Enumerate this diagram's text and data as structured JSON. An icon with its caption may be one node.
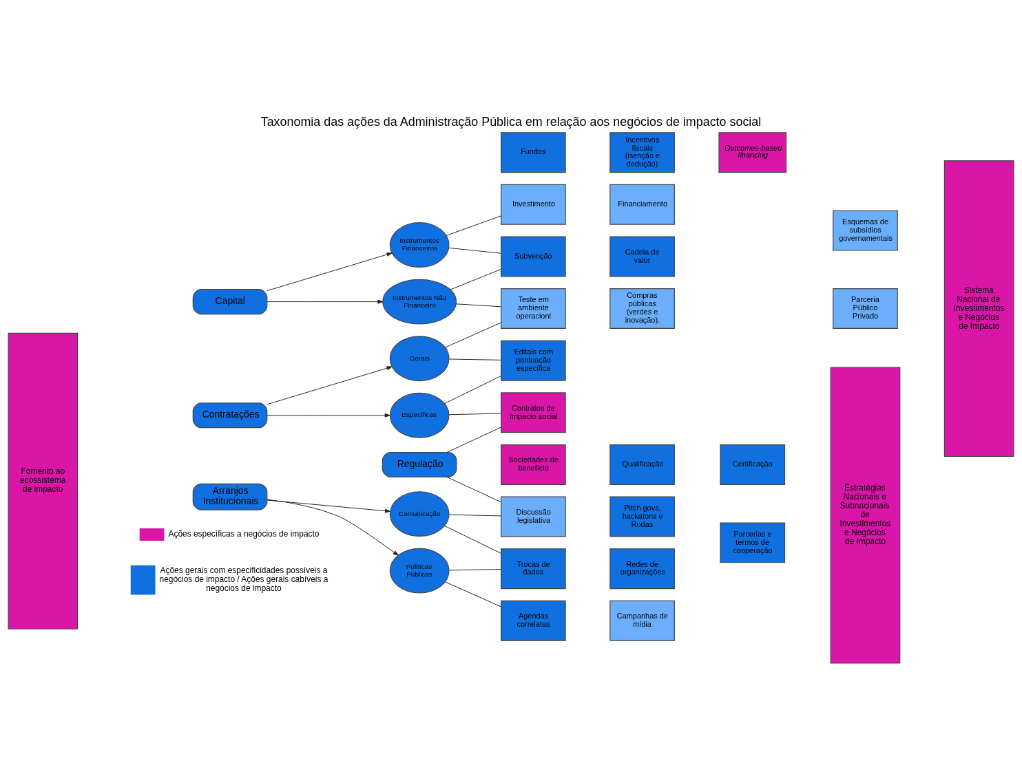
{
  "diagram": {
    "title": "Taxonomia das ações da Administração Pública em relação aos negócios de impacto social",
    "nodes": [
      {
        "text": [
          "Fomento ao ecossistema de impacto"
        ]
      },
      {
        "text": [
          "Capital"
        ]
      },
      {
        "text": [
          "Contratações"
        ]
      },
      {
        "text": [
          "Regulação"
        ]
      },
      {
        "text": [
          "Arranjos Institucionais"
        ]
      },
      {
        "text": [
          "Instrumentos Financeiros"
        ]
      },
      {
        "text": [
          "Instrumentos Não Financeiro"
        ]
      },
      {
        "text": [
          "Gerais"
        ]
      },
      {
        "text": [
          "Específicas"
        ]
      },
      {
        "text": [
          "Comunicação"
        ]
      },
      {
        "text": [
          "Políticas Públicas"
        ]
      },
      {
        "text": [
          "Investimento"
        ]
      },
      {
        "text": [
          "Fundos"
        ]
      },
      {
        "text": [
          "Subvenção"
        ]
      },
      {
        "text": [
          "Teste em ambiente operacionl"
        ]
      },
      {
        "text": [
          "Editais com pontuação específica"
        ]
      },
      {
        "text": [
          "Contratos de impacto social"
        ]
      },
      {
        "text": [
          "Sociedades de benefício"
        ]
      },
      {
        "text": [
          "Discussão legislativa"
        ]
      },
      {
        "text": [
          "Trocas de dados"
        ]
      },
      {
        "text": [
          "Agendas correlatas"
        ]
      },
      {
        "text": [
          "Financiamento"
        ]
      },
      {
        "text": [
          "Incentivos fiscais (isenção e dedução)"
        ]
      },
      {
        "text": [
          "Cadeia de valor"
        ]
      },
      {
        "text": [
          "Compras públicas (verdes e inovação)."
        ]
      },
      {
        "text": [
          "Qualificação"
        ]
      },
      {
        "text": [
          "Pitch govs, hackatons e Rodas"
        ]
      },
      {
        "text": [
          "Redes de organizações"
        ]
      },
      {
        "text": [
          "Campanhas de mídia"
        ]
      },
      {
        "text": [
          "Esquemas de subsídios governamentais"
        ]
      },
      {
        "text": [
          "Outcomes-based financing"
        ]
      },
      {
        "text": [
          "Parceria Público Privado"
        ]
      },
      {
        "text": [
          "Certificação"
        ]
      },
      {
        "text": [
          "Parcerias e termos de cooperação"
        ]
      },
      {
        "text": [
          "Estratégias Nacionais e Subnacionais de Investimentos e Negócios de Impacto"
        ]
      },
      {
        "text": [
          "Sistema Nacional de Investimentos e Negócios de Impacto"
        ]
      }
    ],
    "edges": [
      {
        "from": 1,
        "to": 5,
        "arrow": "to"
      },
      {
        "from": 1,
        "to": 6,
        "arrow": "to"
      },
      {
        "from": 2,
        "to": 7,
        "arrow": "to"
      },
      {
        "from": 2,
        "to": 8,
        "arrow": "to"
      },
      {
        "from": 4,
        "to": 9,
        "arrow": "to"
      },
      {
        "from": 4,
        "to": 10,
        "arrow": "to"
      },
      {
        "from": 5,
        "to": 11,
        "arrow": "none"
      },
      {
        "from": 5,
        "to": 13,
        "arrow": "none"
      },
      {
        "from": 6,
        "to": 13,
        "arrow": "none"
      },
      {
        "from": 6,
        "to": 14,
        "arrow": "none"
      },
      {
        "from": 7,
        "to": 14,
        "arrow": "none"
      },
      {
        "from": 7,
        "to": 15,
        "arrow": "none"
      },
      {
        "from": 8,
        "to": 15,
        "arrow": "none"
      },
      {
        "from": 8,
        "to": 16,
        "arrow": "none"
      },
      {
        "from": 3,
        "to": 16,
        "arrow": "none"
      },
      {
        "from": 3,
        "to": 18,
        "arrow": "none"
      },
      {
        "from": 9,
        "to": 18,
        "arrow": "none"
      },
      {
        "from": 9,
        "to": 19,
        "arrow": "none"
      },
      {
        "from": 10,
        "to": 19,
        "arrow": "none"
      },
      {
        "from": 10,
        "to": 20,
        "arrow": "none"
      }
    ],
    "legend": [
      {
        "text": "Ações específicas a negócios de impacto",
        "color": "#d916a8"
      },
      {
        "text": "Ações gerais com especificidades possíveis a negócios de impacto / Ações gerais cabíveis a negócios de impacto",
        "color": "#1170e0"
      }
    ]
  }
}
